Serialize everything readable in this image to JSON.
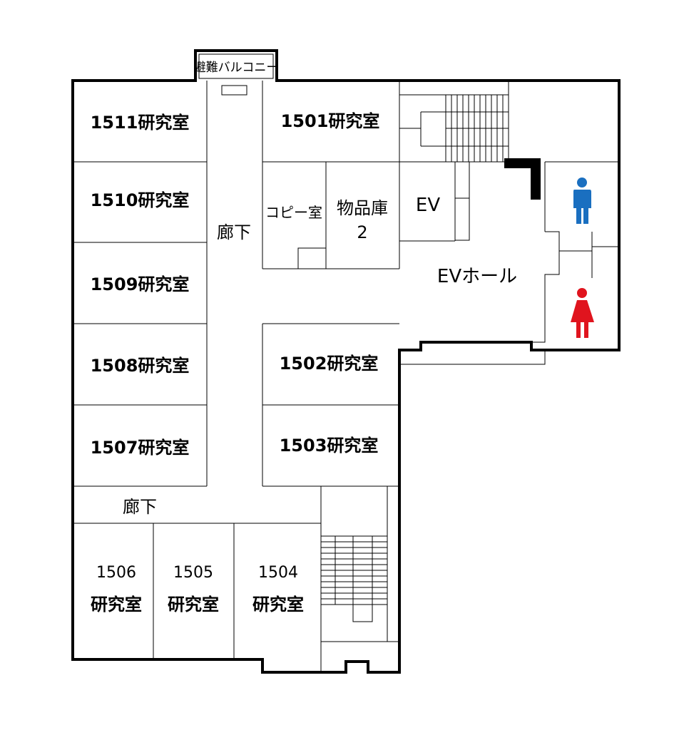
{
  "balcony": "避難バルコニー",
  "rooms": {
    "r1511": "1511研究室",
    "r1510": "1510研究室",
    "r1509": "1509研究室",
    "r1508": "1508研究室",
    "r1507": "1507研究室",
    "r1501": "1501研究室",
    "r1502": "1502研究室",
    "r1503": "1503研究室",
    "r1506_num": "1506",
    "r1506_txt": "研究室",
    "r1505_num": "1505",
    "r1505_txt": "研究室",
    "r1504_num": "1504",
    "r1504_txt": "研究室"
  },
  "spaces": {
    "corridor_upper": "廊下",
    "corridor_lower": "廊下",
    "copy_room": "コピー室",
    "storage_line1": "物品庫",
    "storage_line2": "2",
    "ev": "EV",
    "ev_hall": "EVホール"
  },
  "icons": {
    "male_restroom": "male-restroom-icon",
    "female_restroom": "female-restroom-icon"
  },
  "colors": {
    "male": "#1a6fc0",
    "female": "#e0141e"
  }
}
